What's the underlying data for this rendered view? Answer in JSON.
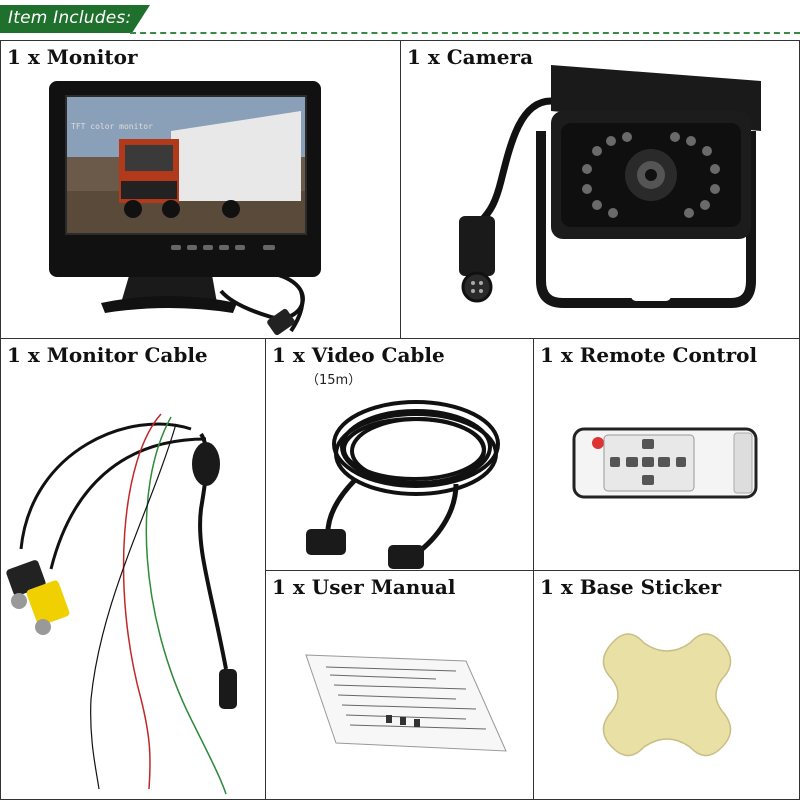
{
  "header": {
    "tab_text": "Item Includes:"
  },
  "items": [
    {
      "label": "1 x Monitor",
      "screen_text": "TFT color monitor"
    },
    {
      "label": "1 x Camera"
    },
    {
      "label": "1 x Monitor Cable"
    },
    {
      "label": "1 x Video Cable",
      "sublabel": "（15m）"
    },
    {
      "label": "1 x Remote Control"
    },
    {
      "label": "1 x User Manual"
    },
    {
      "label": "1 x Base Sticker"
    }
  ],
  "colors": {
    "tab": "#1f6f2d",
    "dash": "#3a8a45",
    "sticker": "#e9e0a6",
    "cable_red": "#c0282a",
    "cable_green": "#2f8a3a",
    "rca_yellow": "#f0d000"
  }
}
